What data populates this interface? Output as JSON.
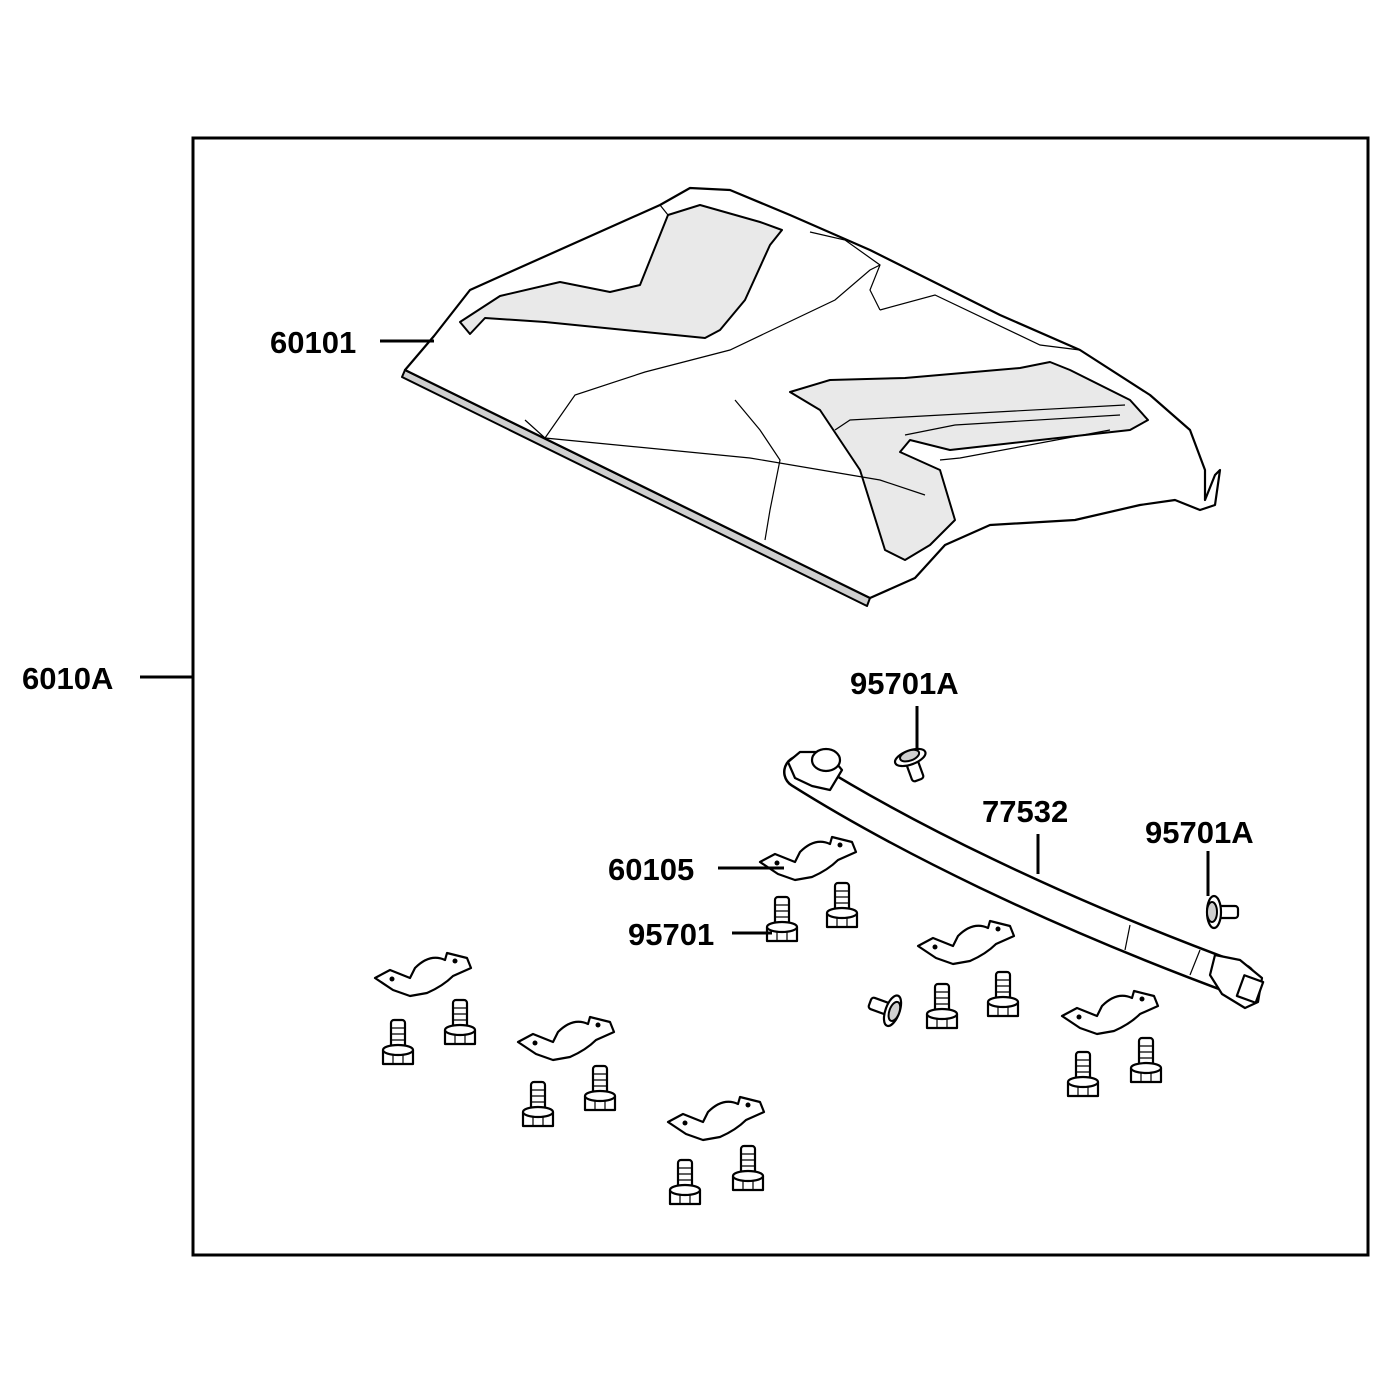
{
  "diagram": {
    "frame_color": "#000000",
    "labels": {
      "assembly": "6010A",
      "cover": "60101",
      "holder": "60105",
      "bolt": "95701",
      "bolt_a_top": "95701A",
      "bolt_a_right": "95701A",
      "hose": "77532"
    }
  }
}
